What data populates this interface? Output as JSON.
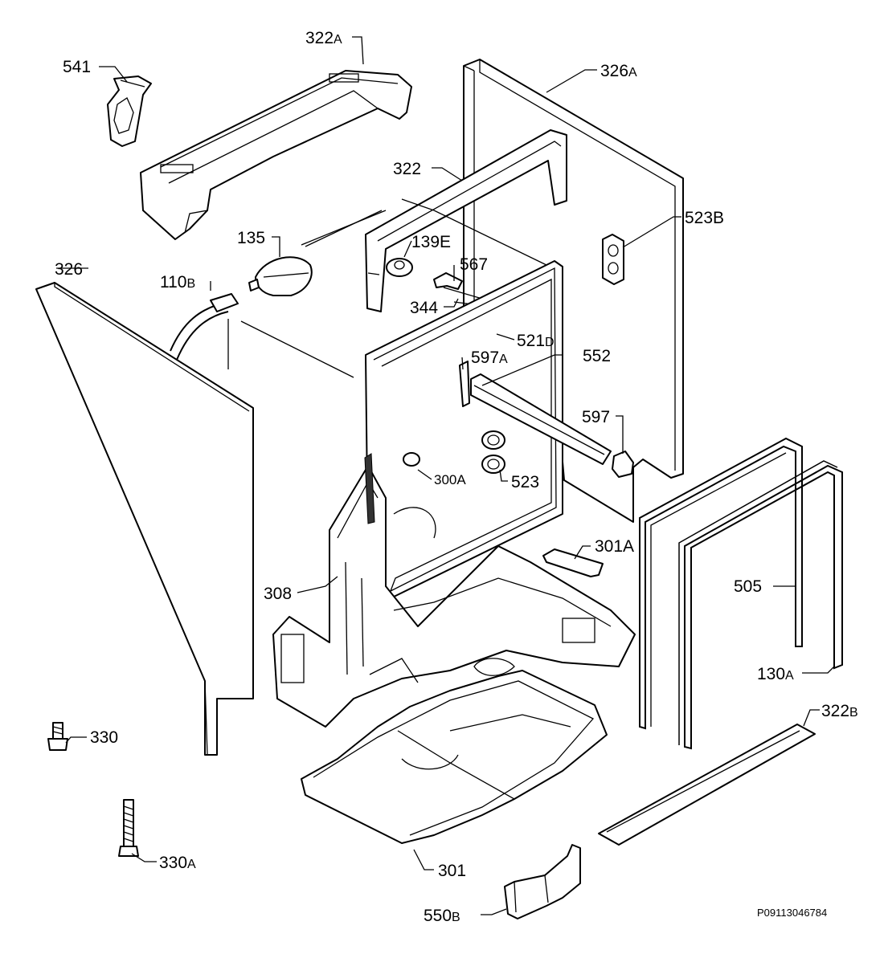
{
  "labels": {
    "l_541": {
      "num": "541",
      "suf": ""
    },
    "l_322A": {
      "num": "322",
      "suf": "A"
    },
    "l_326A": {
      "num": "326",
      "suf": "A"
    },
    "l_322": {
      "num": "322",
      "suf": ""
    },
    "l_523B": {
      "num": "523B",
      "suf": ""
    },
    "l_135": {
      "num": "135",
      "suf": ""
    },
    "l_139E": {
      "num": "139E",
      "suf": ""
    },
    "l_567": {
      "num": "567",
      "suf": ""
    },
    "l_326": {
      "num": "326",
      "suf": ""
    },
    "l_110B": {
      "num": "110",
      "suf": "B"
    },
    "l_344": {
      "num": "344",
      "suf": ""
    },
    "l_521D": {
      "num": "521",
      "suf": "D"
    },
    "l_597A": {
      "num": "597",
      "suf": "A"
    },
    "l_552": {
      "num": "552",
      "suf": ""
    },
    "l_597": {
      "num": "597",
      "suf": ""
    },
    "l_300A": {
      "num": "300A",
      "suf": ""
    },
    "l_523": {
      "num": "523",
      "suf": ""
    },
    "l_301A": {
      "num": "301A",
      "suf": ""
    },
    "l_505": {
      "num": "505",
      "suf": ""
    },
    "l_308": {
      "num": "308",
      "suf": ""
    },
    "l_130A": {
      "num": "130",
      "suf": "A"
    },
    "l_322B": {
      "num": "322",
      "suf": "B"
    },
    "l_330": {
      "num": "330",
      "suf": ""
    },
    "l_330A": {
      "num": "330",
      "suf": "A"
    },
    "l_301": {
      "num": "301",
      "suf": ""
    },
    "l_550B": {
      "num": "550",
      "suf": "B"
    }
  },
  "diagram_code": "P09113046784"
}
